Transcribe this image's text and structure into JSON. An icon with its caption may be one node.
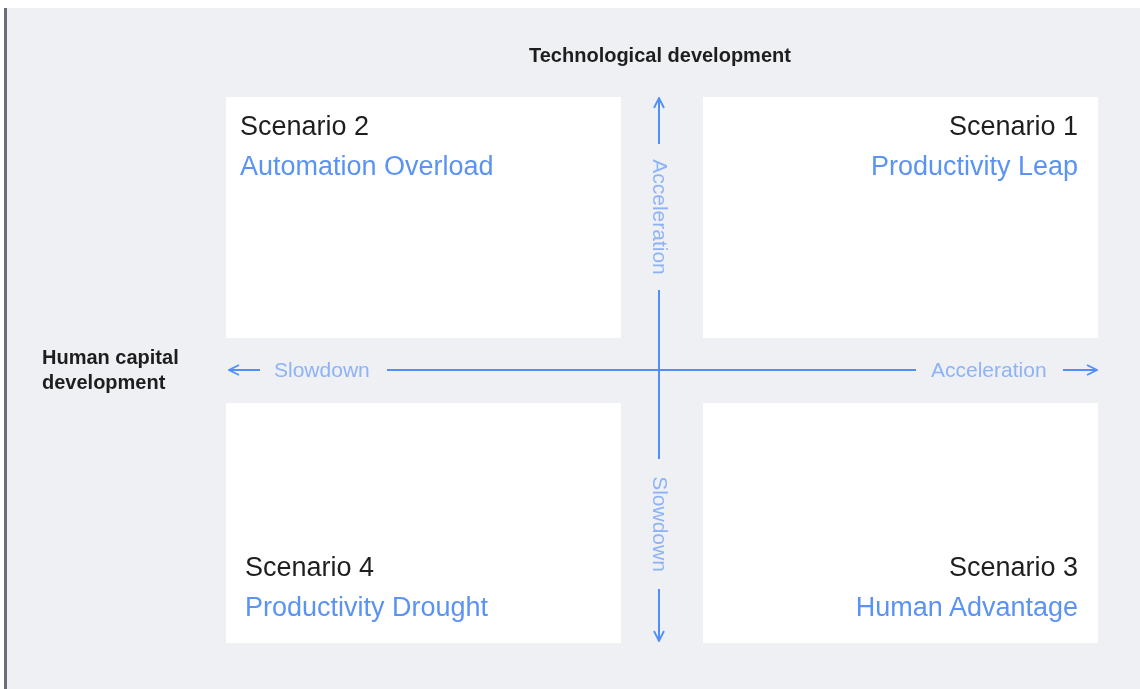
{
  "diagram": {
    "nodes": [
      {
        "text": [
          "Scenario 2",
          "Automation Overload"
        ]
      },
      {
        "text": [
          "Scenario 1",
          "Productivity Leap"
        ]
      },
      {
        "text": [
          "Scenario 4",
          "Productivity Drought"
        ]
      },
      {
        "text": [
          "Scenario 3",
          "Human Advantage"
        ]
      }
    ],
    "labels": [
      "Technological development",
      "Human capital development",
      "Acceleration",
      "Slowdown",
      "Slowdown",
      "Acceleration"
    ]
  }
}
